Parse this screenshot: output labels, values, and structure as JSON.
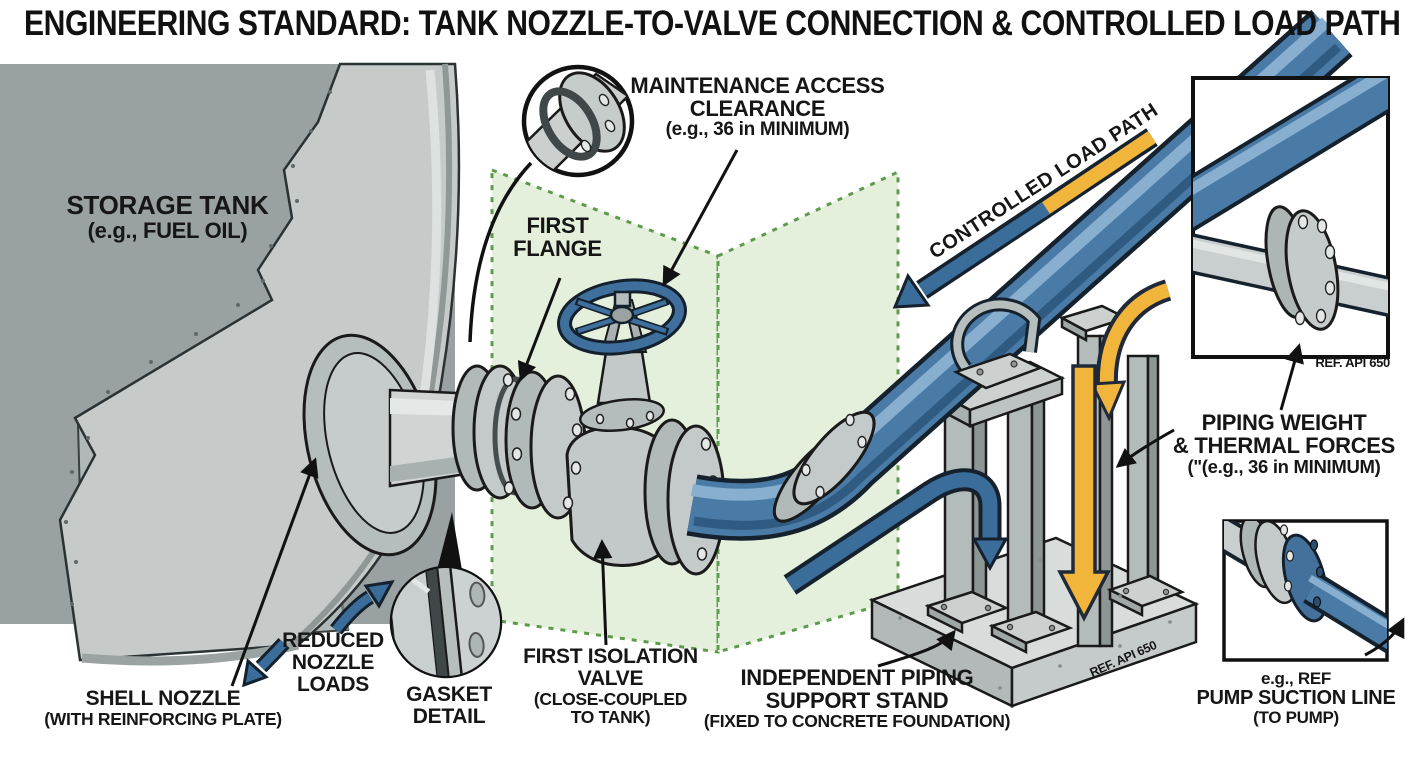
{
  "title": "ENGINEERING STANDARD: TANK NOZZLE-TO-VALVE CONNECTION & CONTROLLED LOAD PATH",
  "labels": {
    "storage_tank": {
      "line1": "STORAGE TANK",
      "line2": "(e.g., FUEL OIL)"
    },
    "maintenance_access": {
      "line1": "MAINTENANCE ACCESS",
      "line2": "CLEARANCE",
      "line3": "(e.g., 36 in MINIMUM)"
    },
    "first_flange": {
      "line1": "FIRST",
      "line2": "FLANGE"
    },
    "controlled_load_path": "CONTROLLED LOAD PATH",
    "inset_ref": "REF. API 650",
    "piping_weight": {
      "line1": "PIPING WEIGHT",
      "line2": "& THERMAL FORCES",
      "line3": "(\"(e.g., 36 in MINIMUM)"
    },
    "shell_nozzle": {
      "line1": "SHELL NOZZLE",
      "line2": "(WITH REINFORCING PLATE)"
    },
    "reduced_nozzle_loads": {
      "line1": "REDUCED",
      "line2": "NOZZLE",
      "line3": "LOADS"
    },
    "gasket_detail": {
      "line1": "GASKET",
      "line2": "DETAIL"
    },
    "first_isolation_valve": {
      "line1": "FIRST ISOLATION",
      "line2": "VALVE",
      "line3": "(CLOSE-COUPLED",
      "line4": "TO TANK)"
    },
    "independent_support": {
      "line1": "INDEPENDENT PIPING",
      "line2": "SUPPORT STAND",
      "line3": "(FIXED TO CONCRETE FOUNDATION)"
    },
    "foundation_ref": "REF. API 650",
    "pump_suction": {
      "line1": "e.g., REF",
      "line2": "PUMP SUCTION LINE",
      "line3": "(TO PUMP)"
    }
  },
  "colors": {
    "pipe_blue": "#4a7ba6",
    "pipe_blue_highlight": "#88aed0",
    "pipe_blue_dark": "#2f5b82",
    "load_arrow_blue": "#3a6d99",
    "load_arrow_yellow": "#f1b53c",
    "clearance_zone_fill": "#e4f0dc",
    "clearance_zone_border": "#5d9a4c",
    "metal_light": "#c6cccb",
    "metal_mid": "#aab2b1",
    "backdrop_gray": "#99a1a3",
    "outline": "#1a1a1a",
    "background": "#ffffff"
  }
}
